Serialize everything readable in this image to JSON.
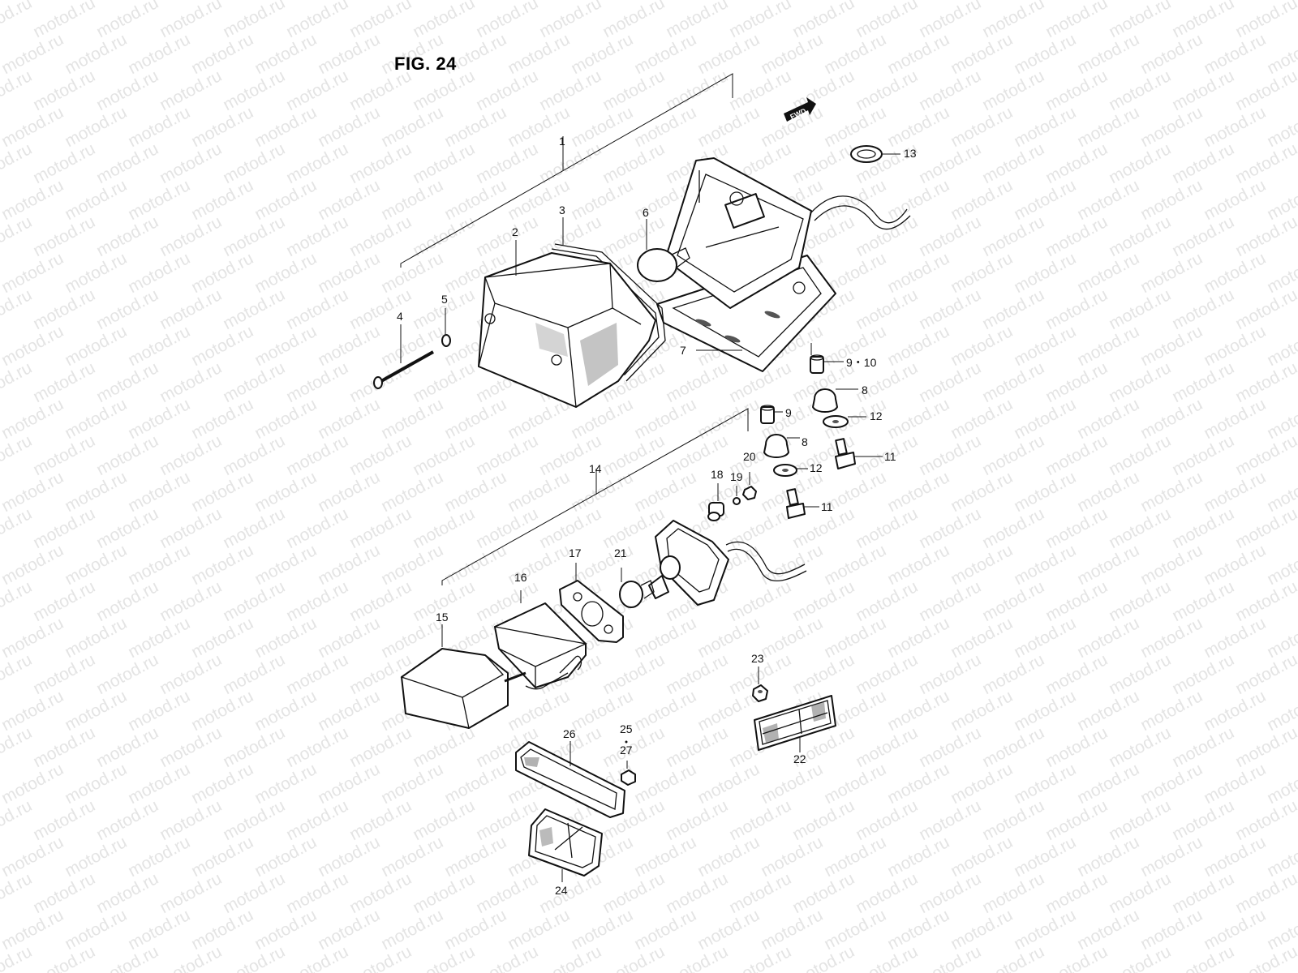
{
  "figure": {
    "title": "FIG. 24",
    "fwd_label": "FWD"
  },
  "watermark": {
    "text": "motod.ru"
  },
  "callouts": {
    "c1": "1",
    "c2": "2",
    "c3": "3",
    "c4": "4",
    "c5": "5",
    "c6": "6",
    "c7": "7",
    "c8a": "8",
    "c8b": "8",
    "c9a": "9",
    "c9_10": "9・10",
    "c11a": "11",
    "c11b": "11",
    "c12a": "12",
    "c12b": "12",
    "c13": "13",
    "c14": "14",
    "c15": "15",
    "c16": "16",
    "c17": "17",
    "c18": "18",
    "c19": "19",
    "c20": "20",
    "c21": "21",
    "c22": "22",
    "c23": "23",
    "c24": "24",
    "c25": "25",
    "c26": "26",
    "c27": "27"
  }
}
